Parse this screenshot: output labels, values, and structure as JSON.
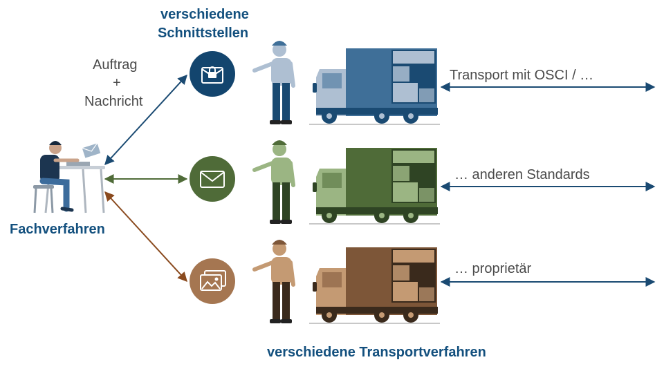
{
  "heading_interfaces": {
    "line1": "verschiedene",
    "line2": "Schnittstellen"
  },
  "heading_transport": "verschiedene Transportverfahren",
  "source_label": "Fachverfahren",
  "request_label": {
    "line1": "Auftrag",
    "line2": "+",
    "line3": "Nachricht"
  },
  "lanes": [
    {
      "label": "Transport mit OSCI / …",
      "icon": "secure-message-icon",
      "color_dark": "#1a4a72",
      "color_mid": "#3f6f98",
      "color_light": "#aebfd2"
    },
    {
      "label": "… anderen Standards",
      "icon": "envelope-icon",
      "color_dark": "#2f4424",
      "color_mid": "#4f6b38",
      "color_light": "#9bb583"
    },
    {
      "label": "… proprietär",
      "icon": "images-icon",
      "color_dark": "#3a2a1c",
      "color_mid": "#7d5638",
      "color_light": "#c49a73"
    }
  ],
  "colors": {
    "heading_blue": "#13507e",
    "arrow_blue": "#1a4a72",
    "arrow_green": "#4f6b38",
    "arrow_brown": "#8a4a1e"
  }
}
